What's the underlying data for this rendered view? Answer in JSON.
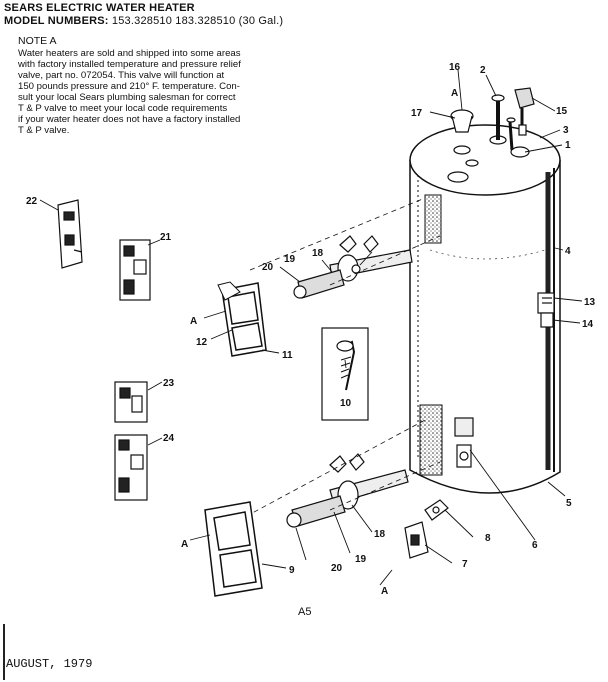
{
  "header": {
    "title": "SEARS ELECTRIC WATER HEATER",
    "model_label": "MODEL NUMBERS:",
    "model_numbers": "153.328510   183.328510   (30 Gal.)"
  },
  "note": {
    "title": "NOTE A",
    "lines": [
      "Water heaters are sold and shipped into some areas",
      "with factory installed temperature and pressure relief",
      "valve, part no. 072054. This valve will function at",
      "150 pounds pressure and 210° F. temperature. Con-",
      "sult your local Sears plumbing salesman for correct",
      "T & P valve to meet your local code requirements",
      "if your water heater does not have a factory installed",
      "T & P valve."
    ]
  },
  "callouts": {
    "c1": "1",
    "c2": "2",
    "c3": "3",
    "c4": "4",
    "c5": "5",
    "c6": "6",
    "c7": "7",
    "c8": "8",
    "c9": "9",
    "c10": "10",
    "c11": "11",
    "c12": "12",
    "c13": "13",
    "c14": "14",
    "c15": "15",
    "c16": "16",
    "c17": "17",
    "c18a": "18",
    "c18b": "18",
    "c19a": "19",
    "c19b": "19",
    "c20a": "20",
    "c20b": "20",
    "c21": "21",
    "c22": "22",
    "c23": "23",
    "c24": "24",
    "a1": "A",
    "a2": "A",
    "a3": "A",
    "a4": "A"
  },
  "page_code": "A5",
  "footer_date": "AUGUST, 1979"
}
